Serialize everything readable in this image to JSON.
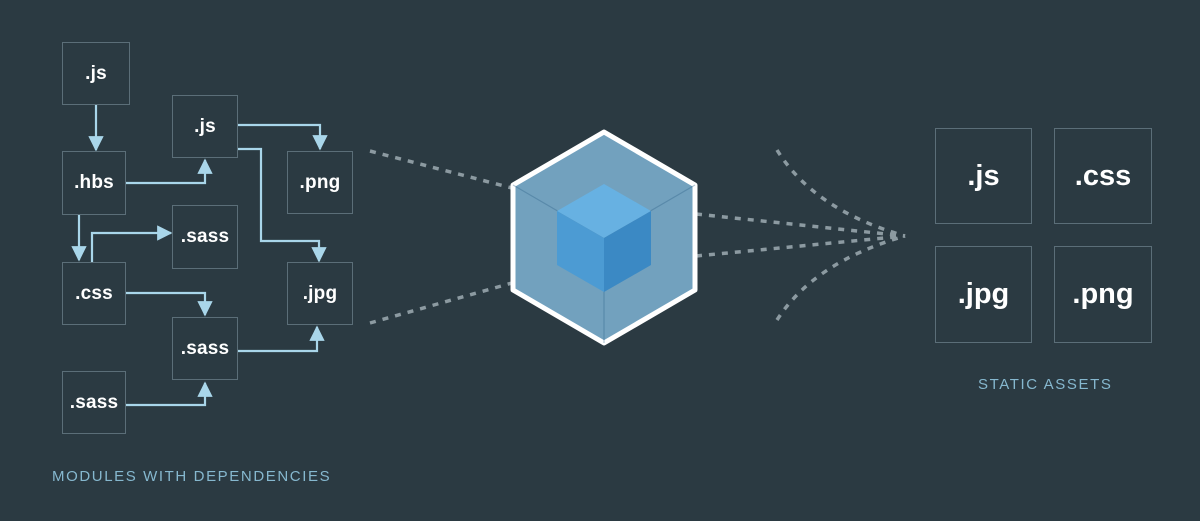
{
  "modules": {
    "caption": "MODULES WITH DEPENDENCIES",
    "items": [
      {
        "id": "js-top",
        "label": ".js"
      },
      {
        "id": "hbs",
        "label": ".hbs"
      },
      {
        "id": "js-mid",
        "label": ".js"
      },
      {
        "id": "png",
        "label": ".png"
      },
      {
        "id": "sass-a",
        "label": ".sass"
      },
      {
        "id": "css",
        "label": ".css"
      },
      {
        "id": "jpg",
        "label": ".jpg"
      },
      {
        "id": "sass-b",
        "label": ".sass"
      },
      {
        "id": "sass-c",
        "label": ".sass"
      }
    ],
    "dependencies": [
      {
        "from": "js-top",
        "to": "hbs"
      },
      {
        "from": "hbs",
        "to": "js-mid"
      },
      {
        "from": "hbs",
        "to": "css"
      },
      {
        "from": "css",
        "to": "sass-a"
      },
      {
        "from": "js-mid",
        "to": "png"
      },
      {
        "from": "js-mid",
        "to": "jpg"
      },
      {
        "from": "css",
        "to": "sass-b"
      },
      {
        "from": "sass-b",
        "to": "jpg"
      },
      {
        "from": "sass-c",
        "to": "sass-b"
      }
    ]
  },
  "bundler": {
    "icon": "webpack-cube-icon",
    "colors": {
      "outline": "#ffffff",
      "outer": "#8ed6fb",
      "inner": "#1c78c0"
    }
  },
  "assets": {
    "caption": "STATIC ASSETS",
    "items": [
      {
        "id": "out-js",
        "label": ".js"
      },
      {
        "id": "out-css",
        "label": ".css"
      },
      {
        "id": "out-jpg",
        "label": ".jpg"
      },
      {
        "id": "out-png",
        "label": ".png"
      }
    ]
  },
  "colors": {
    "background": "#2b3a42",
    "box_border": "#5b6e78",
    "arrow": "#a9d6ea",
    "dots": "#8c9aa1",
    "caption": "#86b8cf"
  }
}
